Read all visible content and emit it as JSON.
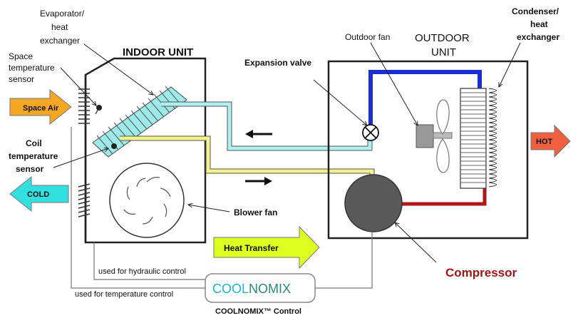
{
  "labels": {
    "evaporator": [
      "Evaporator/",
      "heat",
      "exchanger"
    ],
    "indoor_unit": "INDOOR UNIT",
    "space_temp_sensor": [
      "Space",
      "temperature",
      "sensor"
    ],
    "coil_temp_sensor": [
      "Coil",
      "temperature",
      "sensor"
    ],
    "expansion_valve": "Expansion valve",
    "outdoor_fan": "Outdoor fan",
    "outdoor_unit": [
      "OUTDOOR",
      "UNIT"
    ],
    "condenser": [
      "Condenser/",
      "heat",
      "exchanger"
    ],
    "blower_fan": "Blower fan",
    "compressor": "Compressor",
    "hydraulic_control": "used for hydraulic control",
    "temperature_control": "used for temperature control",
    "coolnomix_control": "COOLNOMIX™ Control"
  },
  "arrows": {
    "space_air": "Space Air",
    "cold": "COLD",
    "hot": "HOT",
    "heat_transfer": "Heat Transfer"
  },
  "logo": {
    "part1": "COOL",
    "part2": "NOMIX"
  },
  "colors": {
    "space_air": "#f5a623",
    "cold": "#33e0e0",
    "hot": "#f06040",
    "heat_transfer": "#ddff22",
    "cold_pipe": "#aef0ee",
    "hot_pipe": "#f2f28a",
    "blue_pipe": "#1a2fd0",
    "red_pipe": "#b01818",
    "compressor_label": "#a01515",
    "logo_cool": "#1bb6cf",
    "logo_nomix": "#2a8a7a"
  }
}
